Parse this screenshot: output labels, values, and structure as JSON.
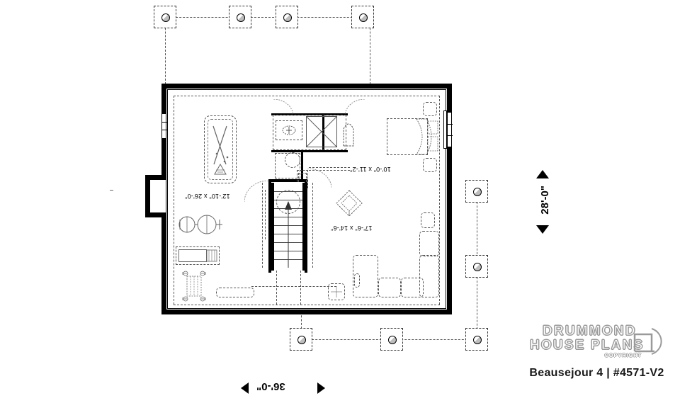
{
  "document": {
    "type": "architectural-floor-plan",
    "level": "basement"
  },
  "branding": {
    "line1": "DRUMMOND",
    "line2": "HOUSE PLANS",
    "copyright": "COPYRIGHT",
    "logo_icon": "house-plans-logo-icon"
  },
  "plan_title": "Beausejour 4 | #4571-V2",
  "overall_dimensions": {
    "bottom": {
      "label": "36'-0\"",
      "left_arrow": "arrow-left-icon",
      "right_arrow": "arrow-right-icon"
    },
    "right": {
      "label": "28'-0\"",
      "top_arrow": "arrow-up-icon",
      "bottom_arrow": "arrow-down-icon"
    }
  },
  "rooms": [
    {
      "id": "recreation-garage",
      "dimension_label": "12'-10\" x 26'-0\""
    },
    {
      "id": "bedroom",
      "dimension_label": "10'-0\" x 11'-2\""
    },
    {
      "id": "family-room",
      "dimension_label": "17'-6\" x 14'-6\""
    }
  ],
  "fixtures": [
    {
      "name": "pool-table"
    },
    {
      "name": "bar-stool-set"
    },
    {
      "name": "vanity-sink"
    },
    {
      "name": "shower-stall"
    },
    {
      "name": "toilet"
    },
    {
      "name": "water-heater"
    },
    {
      "name": "furnace"
    },
    {
      "name": "bed"
    },
    {
      "name": "nightstand"
    },
    {
      "name": "sectional-sofa"
    },
    {
      "name": "armchair"
    },
    {
      "name": "coffee-table"
    },
    {
      "name": "side-table"
    },
    {
      "name": "desk"
    },
    {
      "name": "dining-table"
    },
    {
      "name": "stairs-up"
    }
  ],
  "deck_posts": {
    "label": "deck-post-footing",
    "top_count": 4,
    "bottom_count": 3,
    "right_count": 2
  }
}
